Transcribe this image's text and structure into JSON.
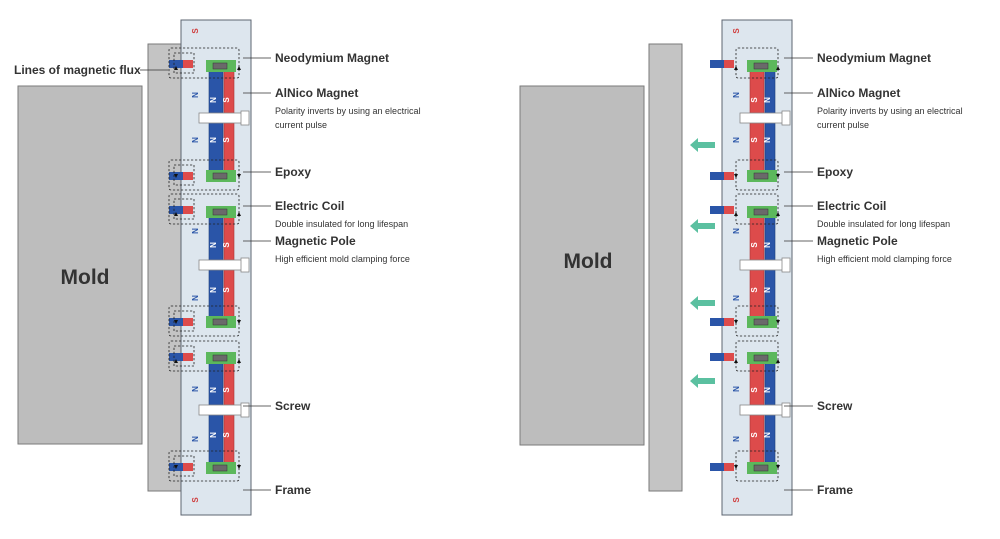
{
  "mold_label": "Mold",
  "labels": {
    "flux": "Lines of magnetic flux",
    "neodymium": "Neodymium Magnet",
    "alnico": "AlNico Magnet",
    "alnico_sub": [
      "Polarity inverts by using an electrical",
      "current pulse"
    ],
    "epoxy": "Epoxy",
    "coil": "Electric Coil",
    "coil_sub": "Double insulated for long lifespan",
    "pole": "Magnetic Pole",
    "pole_sub": "High efficient mold clamping force",
    "screw": "Screw",
    "frame": "Frame"
  },
  "pole_letters": {
    "north": "N",
    "south": "S"
  },
  "colors": {
    "north": "#2a55a8",
    "south": "#dd4b4b",
    "coil": "#5cb85c",
    "frame": "#dde6ee",
    "mold": "#bdbdbd",
    "release_arrow": "#5bc0a0"
  },
  "panels": [
    {
      "name": "left-panel",
      "state": "clamped"
    },
    {
      "name": "right-panel",
      "state": "released"
    }
  ]
}
